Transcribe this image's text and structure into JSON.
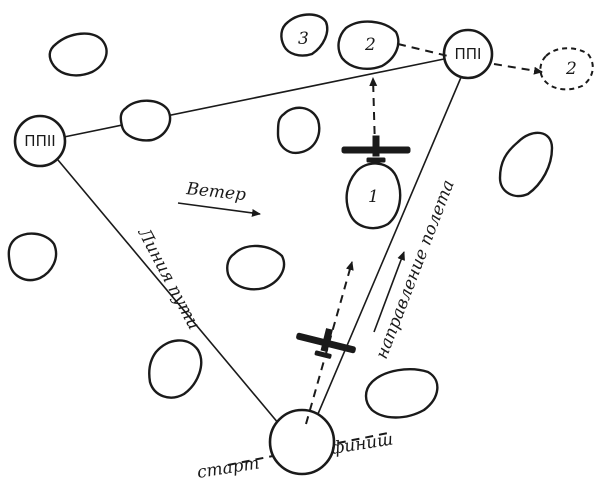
{
  "nodes": {
    "turn_point_1": "ППI",
    "turn_point_2": "ППII"
  },
  "labels": {
    "wind": "Ветер",
    "track_line": "Линия пути",
    "flight_direction": "направление полета",
    "start": "старт",
    "finish": "финиш"
  },
  "clouds": {
    "cloud_1": "1",
    "cloud_2": "2",
    "cloud_3": "3",
    "cloud_drift": "2"
  },
  "colors": {
    "ink": "#1a1a1a",
    "background": "#ffffff"
  }
}
